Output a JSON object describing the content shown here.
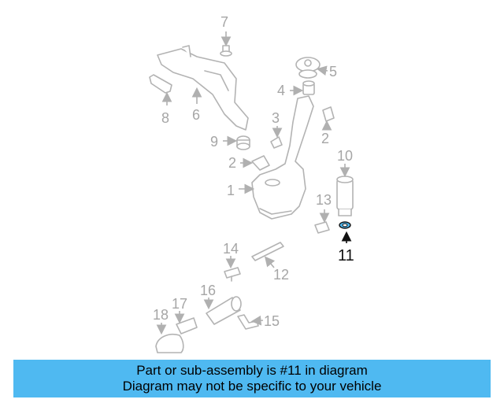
{
  "labels": {
    "p1": "1",
    "p2a": "2",
    "p2b": "2",
    "p3": "3",
    "p4": "4",
    "p5": "5",
    "p6": "6",
    "p7": "7",
    "p8": "8",
    "p9": "9",
    "p10": "10",
    "p11": "11",
    "p12": "12",
    "p13": "13",
    "p14": "14",
    "p15": "15",
    "p16": "16",
    "p17": "17",
    "p18": "18"
  },
  "highlight_part": "11",
  "colors": {
    "highlight": "#4fb9f1",
    "banner": "#4fb9f1",
    "parts": "#b3b3b3"
  },
  "caption": {
    "line1": "Part or sub-assembly is #11 in diagram",
    "line2": "Diagram may not be specific to your vehicle"
  }
}
